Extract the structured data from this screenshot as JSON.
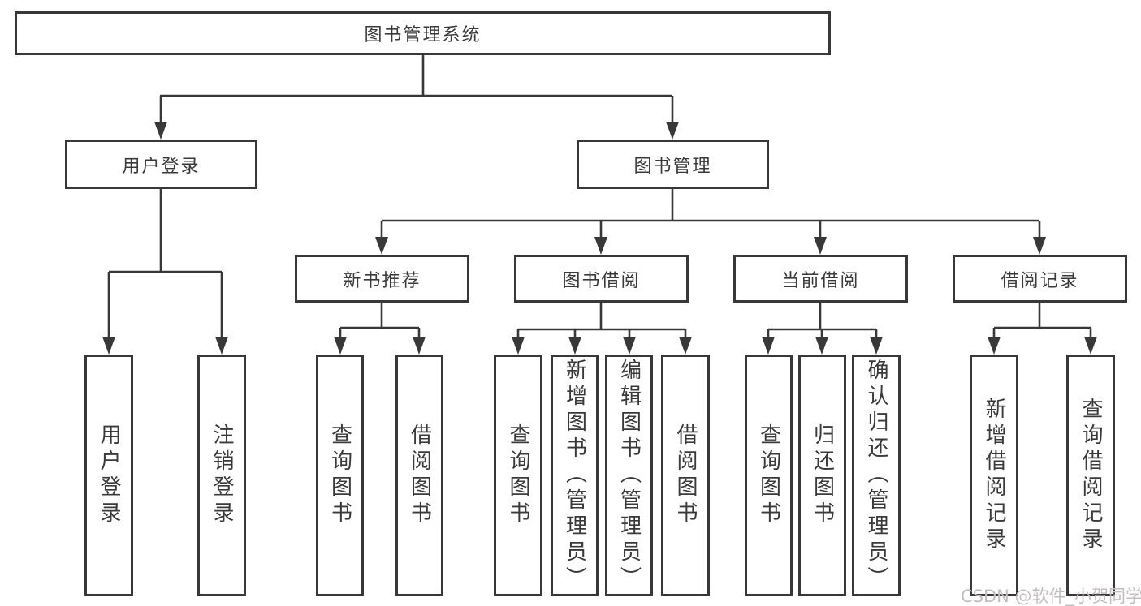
{
  "colors": {
    "line": "#383838",
    "text": "#3a3a3a",
    "background": "#ffffff",
    "watermark": "#c3bdc1"
  },
  "watermark": "CSDN @软件_小贺同学",
  "diagram": {
    "root": {
      "label": "图书管理系统"
    },
    "branches": [
      {
        "label": "用户登录",
        "children": [
          {
            "label": "用户登录"
          },
          {
            "label": "注销登录"
          }
        ]
      },
      {
        "label": "图书管理",
        "children": [
          {
            "label": "新书推荐",
            "children": [
              {
                "label": "查询图书"
              },
              {
                "label": "借阅图书"
              }
            ]
          },
          {
            "label": "图书借阅",
            "children": [
              {
                "label": "查询图书"
              },
              {
                "label": "新增图书（管理员）"
              },
              {
                "label": "编辑图书（管理员）"
              },
              {
                "label": "借阅图书"
              }
            ]
          },
          {
            "label": "当前借阅",
            "children": [
              {
                "label": "查询图书"
              },
              {
                "label": "归还图书"
              },
              {
                "label": "确认归还（管理员）"
              }
            ]
          },
          {
            "label": "借阅记录",
            "children": [
              {
                "label": "新增借阅记录"
              },
              {
                "label": "查询借阅记录"
              }
            ]
          }
        ]
      }
    ]
  }
}
